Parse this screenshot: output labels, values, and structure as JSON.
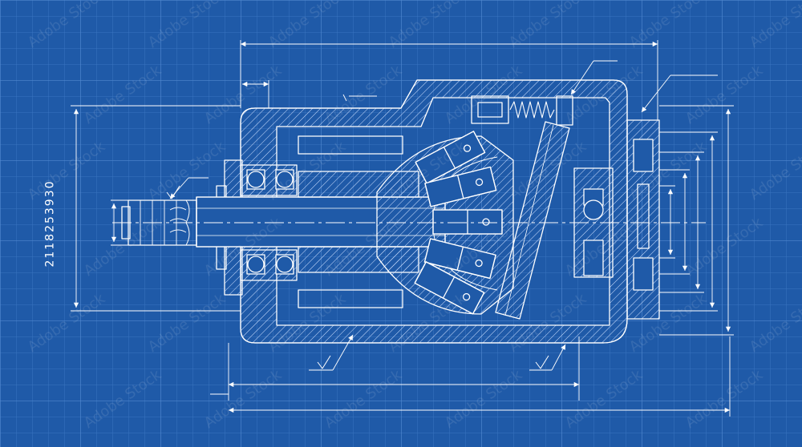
{
  "drawing": {
    "subject": "axial-piston-pump-cross-section",
    "colors": {
      "background": "#1f5aa8",
      "grid_minor": "#3a74c0",
      "grid_major": "#5088cf",
      "line": "#ffffff",
      "hatch": "#cfe0ff"
    },
    "stock_id": "2118253930",
    "watermark": "Adobe Stock"
  }
}
